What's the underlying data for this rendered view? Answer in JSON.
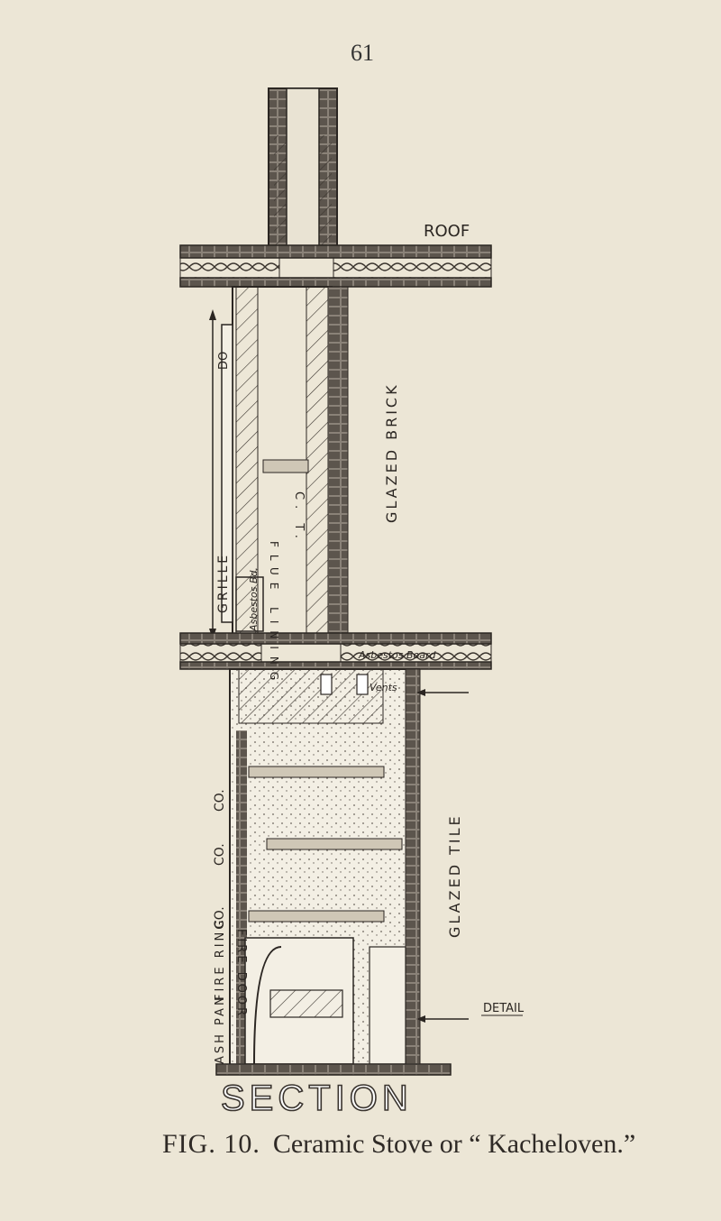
{
  "page_number": "61",
  "labels": {
    "roof": "ROOF",
    "glazed_brick": "GLAZED BRICK",
    "glazed_tile": "GLAZED TILE",
    "asbestos_board_top": "Asbestos Board",
    "asbestos_bd": "Asbestos Bd.",
    "vents": "Vents",
    "detail": "DETAIL",
    "grille": "GRILLE",
    "flue_lining": "FLUE LINING",
    "do": "DO",
    "c_t": "C. T.",
    "co_1": "CO.",
    "co_2": "CO.",
    "co_3": "CO.",
    "fire_ring": "FIRE RING",
    "ash_pan": "ASH PAN",
    "fire_door": "FIRE DOOR"
  },
  "section_title": "SECTION",
  "caption": {
    "figure": "FIG. 10.",
    "text": "Ceramic Stove or “ Kacheloven.”"
  }
}
